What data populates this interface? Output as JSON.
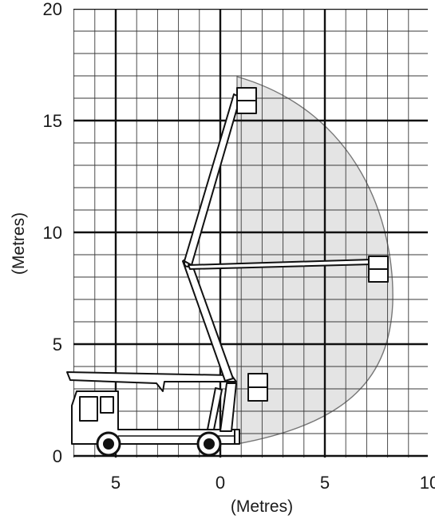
{
  "axes": {
    "x_title": "(Metres)",
    "y_title": "(Metres)",
    "x_ticks": [
      {
        "value": -5,
        "label": "5"
      },
      {
        "value": 0,
        "label": "0"
      },
      {
        "value": 5,
        "label": "5"
      },
      {
        "value": 10,
        "label": "10"
      }
    ],
    "y_ticks": [
      {
        "value": 0,
        "label": "0"
      },
      {
        "value": 5,
        "label": "5"
      },
      {
        "value": 10,
        "label": "10"
      },
      {
        "value": 15,
        "label": "15"
      },
      {
        "value": 20,
        "label": "20"
      }
    ],
    "x_range": [
      -7,
      10
    ],
    "y_range": [
      0,
      20
    ],
    "grid": true
  },
  "envelope": {
    "description_values": {
      "max_height_m": 17,
      "max_outreach_m": 8.2
    },
    "fill": "#e4e4e4",
    "stroke": "#777777"
  },
  "colors": {
    "ink": "#111111",
    "background": "#ffffff"
  }
}
